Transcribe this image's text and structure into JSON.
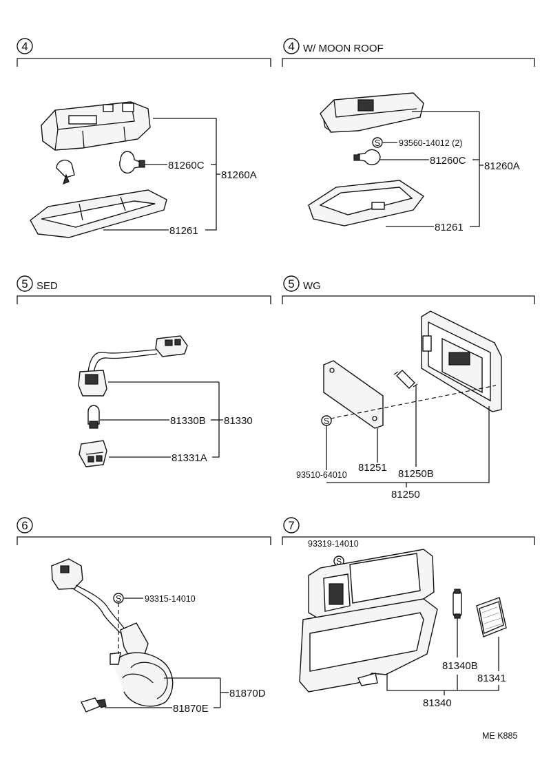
{
  "sections": {
    "s4a": {
      "number": "4",
      "title": ""
    },
    "s4b": {
      "number": "4",
      "title": "W/ MOON  ROOF"
    },
    "s5a": {
      "number": "5",
      "title": "SED"
    },
    "s5b": {
      "number": "5",
      "title": "WG"
    },
    "s6": {
      "number": "6",
      "title": ""
    },
    "s7": {
      "number": "7",
      "title": ""
    }
  },
  "parts": {
    "s4a_bulb": "81260C",
    "s4a_assy": "81260A",
    "s4a_lens": "81261",
    "s4b_screw": "93560-14012 (2)",
    "s4b_bulb": "81260C",
    "s4b_assy": "81260A",
    "s4b_lens": "81261",
    "s5a_bulb": "81330B",
    "s5a_assy": "81330",
    "s5a_cap": "81331A",
    "s5b_screw": "93510-64010",
    "s5b_lens": "81251",
    "s5b_bulb": "81250B",
    "s5b_assy": "81250",
    "s6_screw": "93315-14010",
    "s6_assy": "81870D",
    "s6_bulb": "81870E",
    "s7_screw": "93319-14010",
    "s7_bulb": "81340B",
    "s7_lens": "81341",
    "s7_assy": "81340"
  },
  "screw_symbol": "S",
  "footer_code": "ME  K885"
}
